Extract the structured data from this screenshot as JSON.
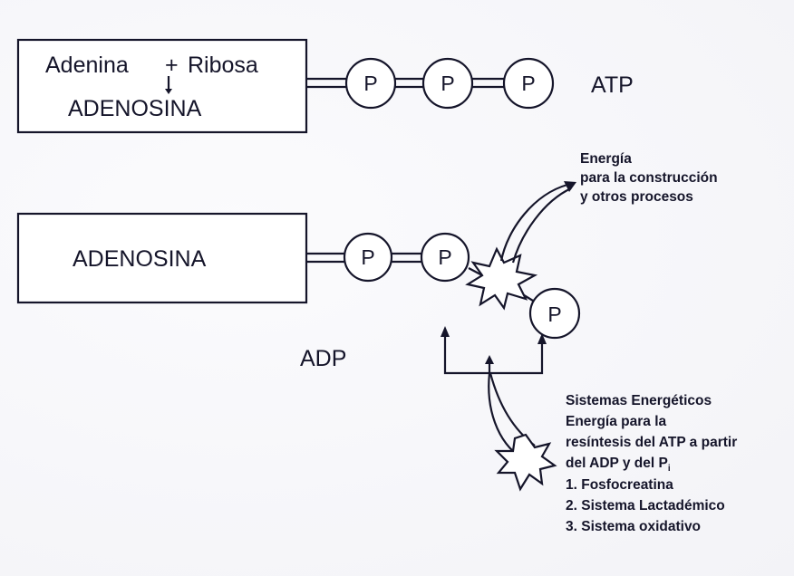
{
  "atp": {
    "box_line1_a": "Adenina",
    "box_plus": "+",
    "box_line1_b": "Ribosa",
    "box_line2": "ADENOSINA",
    "phosphate": "P",
    "label": "ATP"
  },
  "adp": {
    "box_label": "ADENOSINA",
    "phosphate": "P",
    "label": "ADP"
  },
  "energy_release": {
    "lines": [
      "Energía",
      "para la construcción",
      "y otros procesos"
    ]
  },
  "energy_systems": {
    "title": "Sistemas Energéticos",
    "line2": "Energía para la",
    "line3": "resíntesis del ATP a partir",
    "line4": "del ADP y del P",
    "line4_sub": "i",
    "items": [
      "1. Fosfocreatina",
      "2. Sistema Lactadémico",
      "3. Sistema oxidativo"
    ]
  }
}
